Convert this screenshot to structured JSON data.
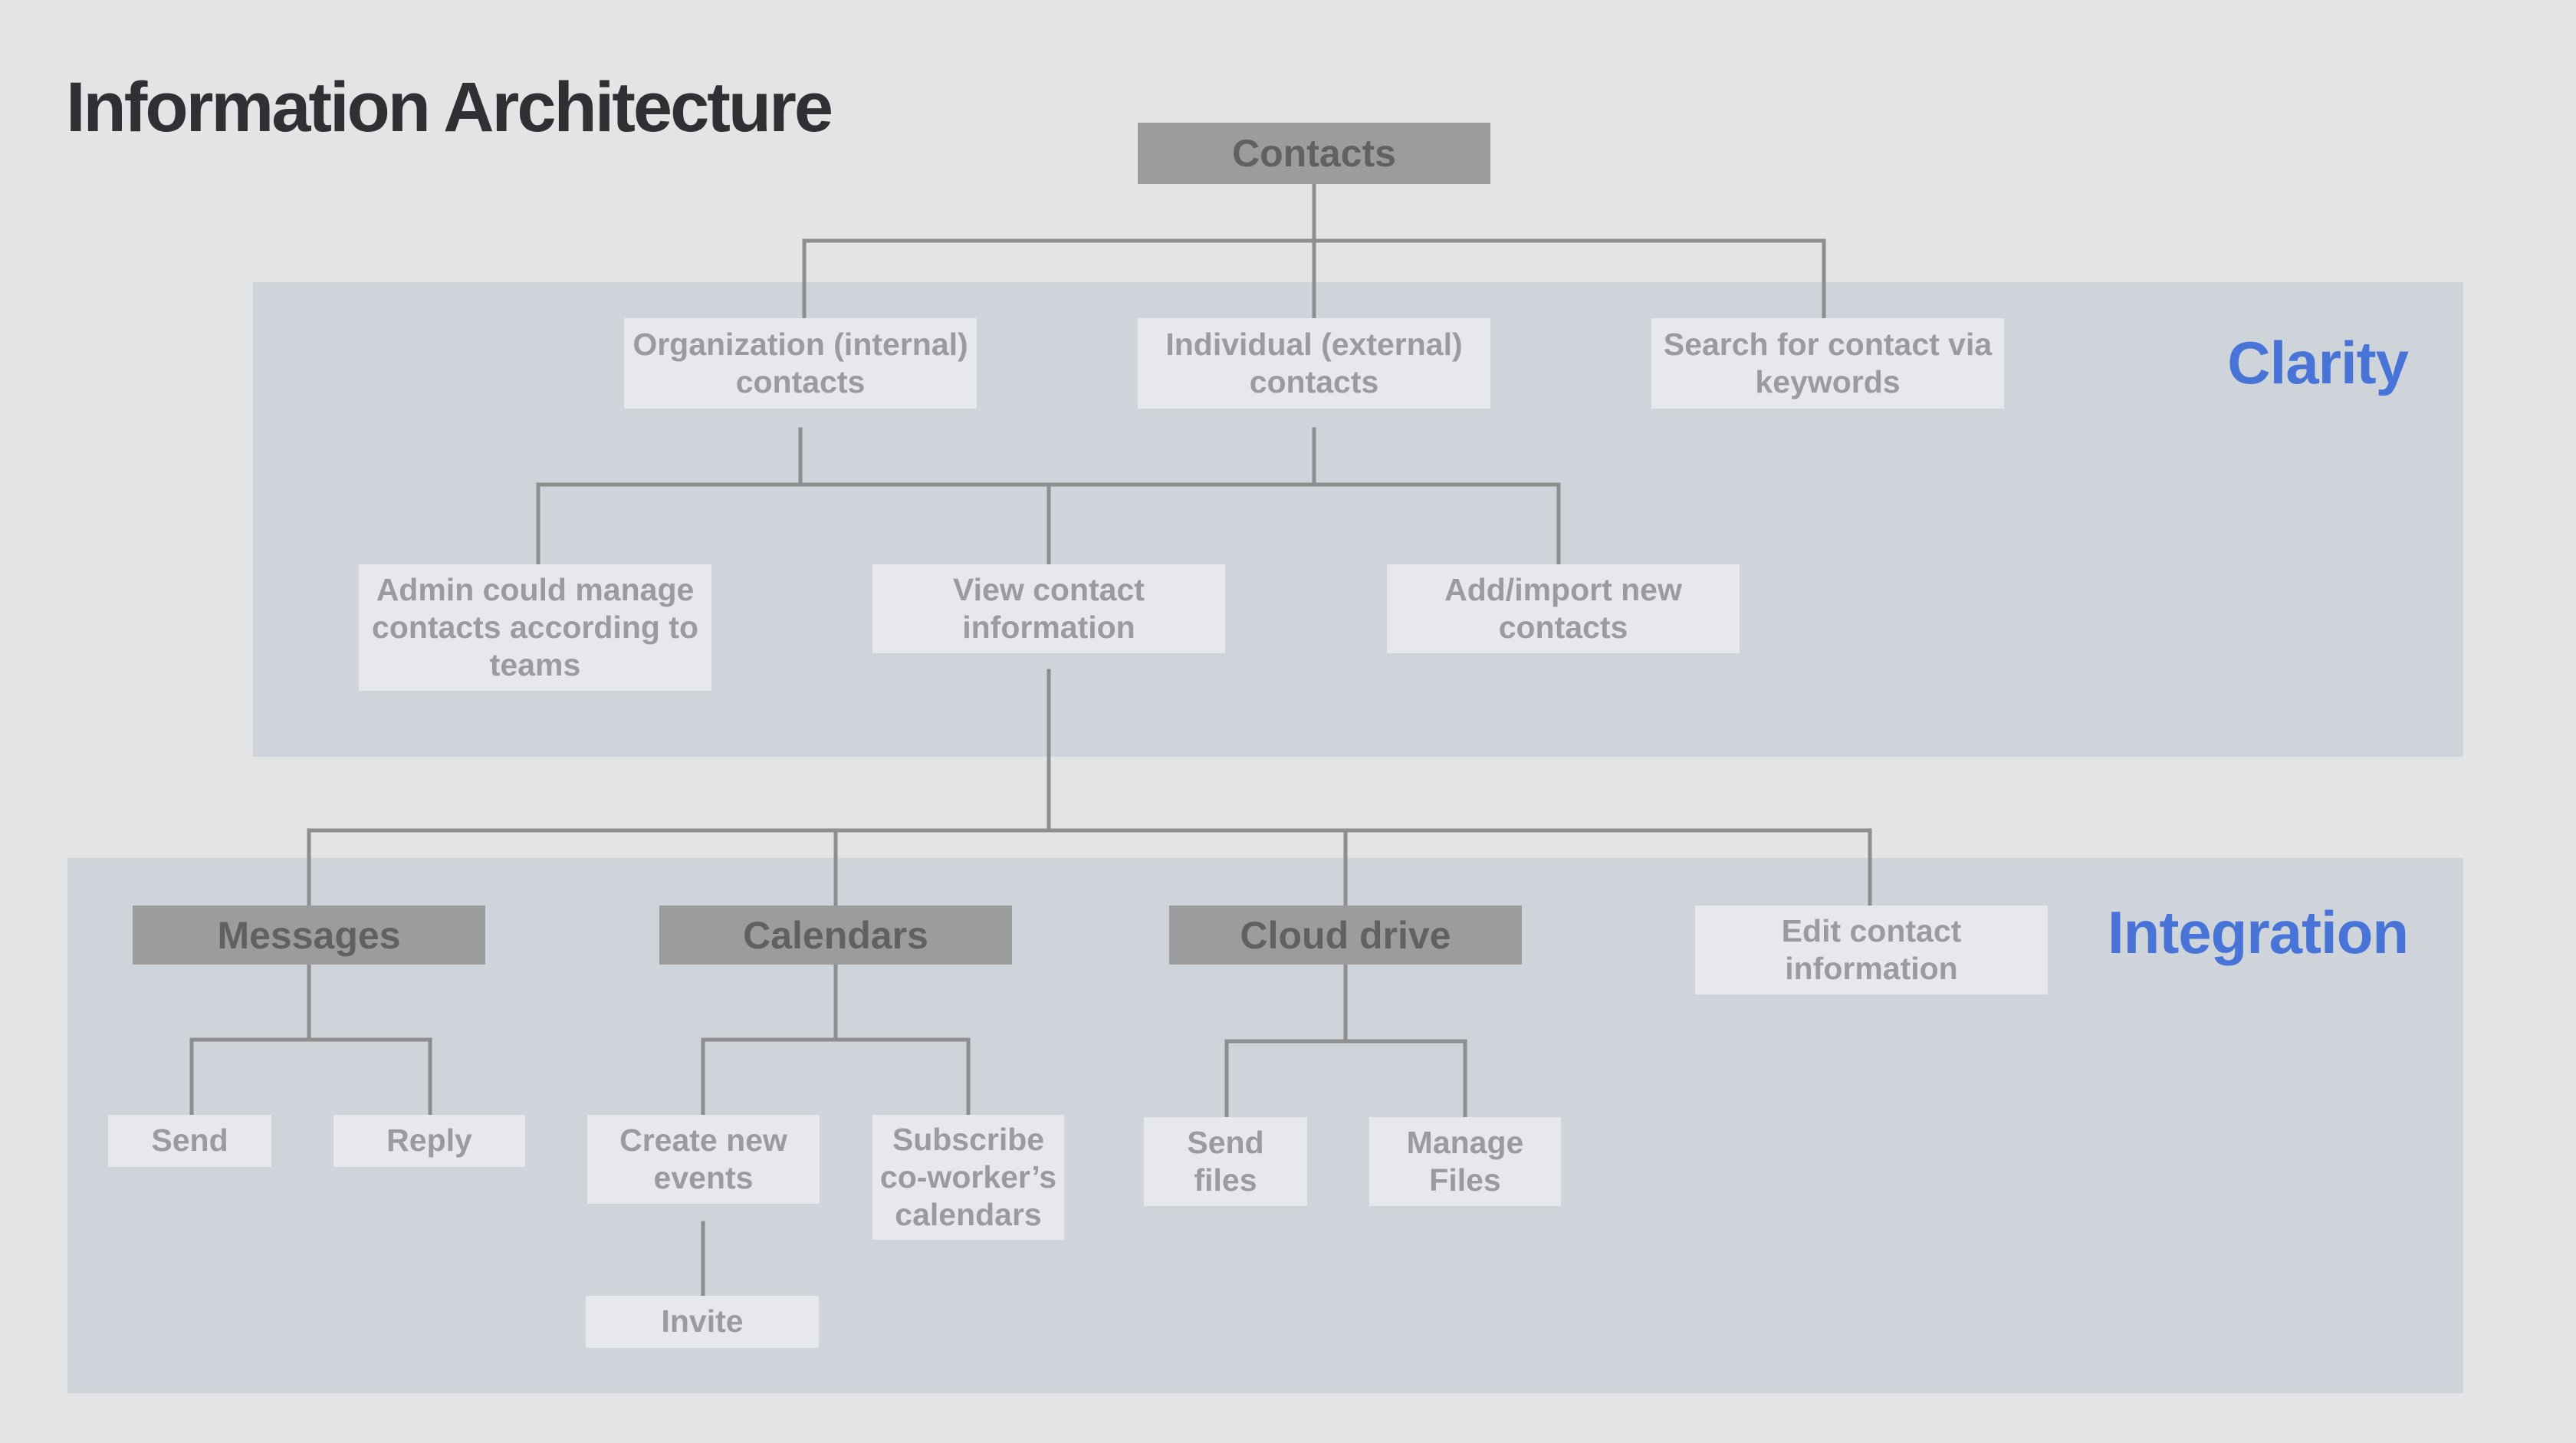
{
  "title": "Information Architecture",
  "sections": {
    "clarity": "Clarity",
    "integration": "Integration"
  },
  "nodes": {
    "contacts": "Contacts",
    "org_contacts": "Organization (internal)\ncontacts",
    "individual_contacts": "Individual (external)\ncontacts",
    "search_contact": "Search for contact via\nkeywords",
    "admin_manage": "Admin could manage\ncontacts according to\nteams",
    "view_contact": "View contact\ninformation",
    "add_import": "Add/import new\ncontacts",
    "messages": "Messages",
    "calendars": "Calendars",
    "cloud_drive": "Cloud drive",
    "edit_contact": "Edit contact\ninformation",
    "send": "Send",
    "reply": "Reply",
    "create_events": "Create new\nevents",
    "subscribe_calendars": "Subscribe\nco-worker’s\ncalendars",
    "invite": "Invite",
    "send_files": "Send\nfiles",
    "manage_files": "Manage\nFiles"
  },
  "colors": {
    "background": "#e3e4e6",
    "band": "#cfd4db",
    "primary_node": "#9c9c9c",
    "secondary_node": "#e6e8ec",
    "connector": "#8e8e8e",
    "accent": "#4774d6"
  }
}
